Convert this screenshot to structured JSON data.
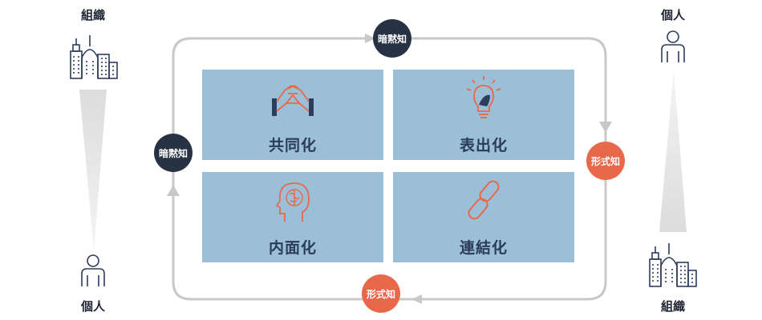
{
  "left_axis": {
    "top_label": "組織",
    "bottom_label": "個人"
  },
  "right_axis": {
    "top_label": "個人",
    "bottom_label": "組織"
  },
  "nodes": {
    "top": "暗黙知",
    "left": "暗黙知",
    "right": "形式知",
    "bottom": "形式知"
  },
  "quadrants": {
    "top_left": {
      "label": "共同化",
      "icon": "handshake-icon"
    },
    "top_right": {
      "label": "表出化",
      "icon": "lightbulb-icon"
    },
    "bottom_left": {
      "label": "内面化",
      "icon": "head-brain-icon"
    },
    "bottom_right": {
      "label": "連結化",
      "icon": "chain-link-icon"
    }
  },
  "colors": {
    "dark_node": "#273244",
    "orange_node": "#e8684b",
    "quadrant_fill": "#9cbfd8",
    "arrow_gray": "#c8c8c8",
    "icon_dark": "#2c3e5e",
    "icon_orange": "#e8684b"
  }
}
